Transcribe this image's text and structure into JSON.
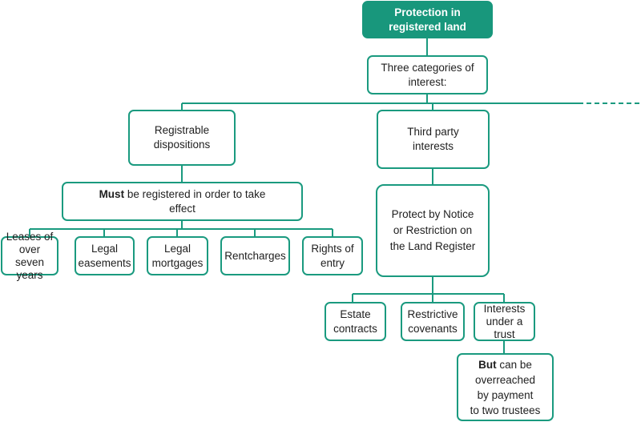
{
  "colors": {
    "accent": "#18977c",
    "line": "#1a9a7f",
    "root_text": "#ffffff",
    "text": "#1f1f1f"
  },
  "nodes": {
    "root": "Protection in\nregistered land",
    "three_categories": "Three categories of\ninterest:",
    "registrable_dispositions": "Registrable\ndispositions",
    "third_party_interests": "Third party\ninterests",
    "must_registered": {
      "bold": "Must",
      "rest": " be registered in order to take\neffect"
    },
    "leases": "Leases of\nover seven\nyears",
    "legal_easements": "Legal\neasements",
    "legal_mortgages": "Legal\nmortgages",
    "rentcharges": "Rentcharges",
    "rights_of_entry": "Rights of\nentry",
    "protect_by_notice": "Protect by Notice\nor Restriction on\nthe Land Register",
    "estate_contracts": "Estate\ncontracts",
    "restrictive_covenants": "Restrictive\ncovenants",
    "interests_under_trust": "Interests\nunder a\ntrust",
    "but_overreached": {
      "bold": "But",
      "rest": " can be\noverreached\nby payment\nto two trustees"
    }
  }
}
